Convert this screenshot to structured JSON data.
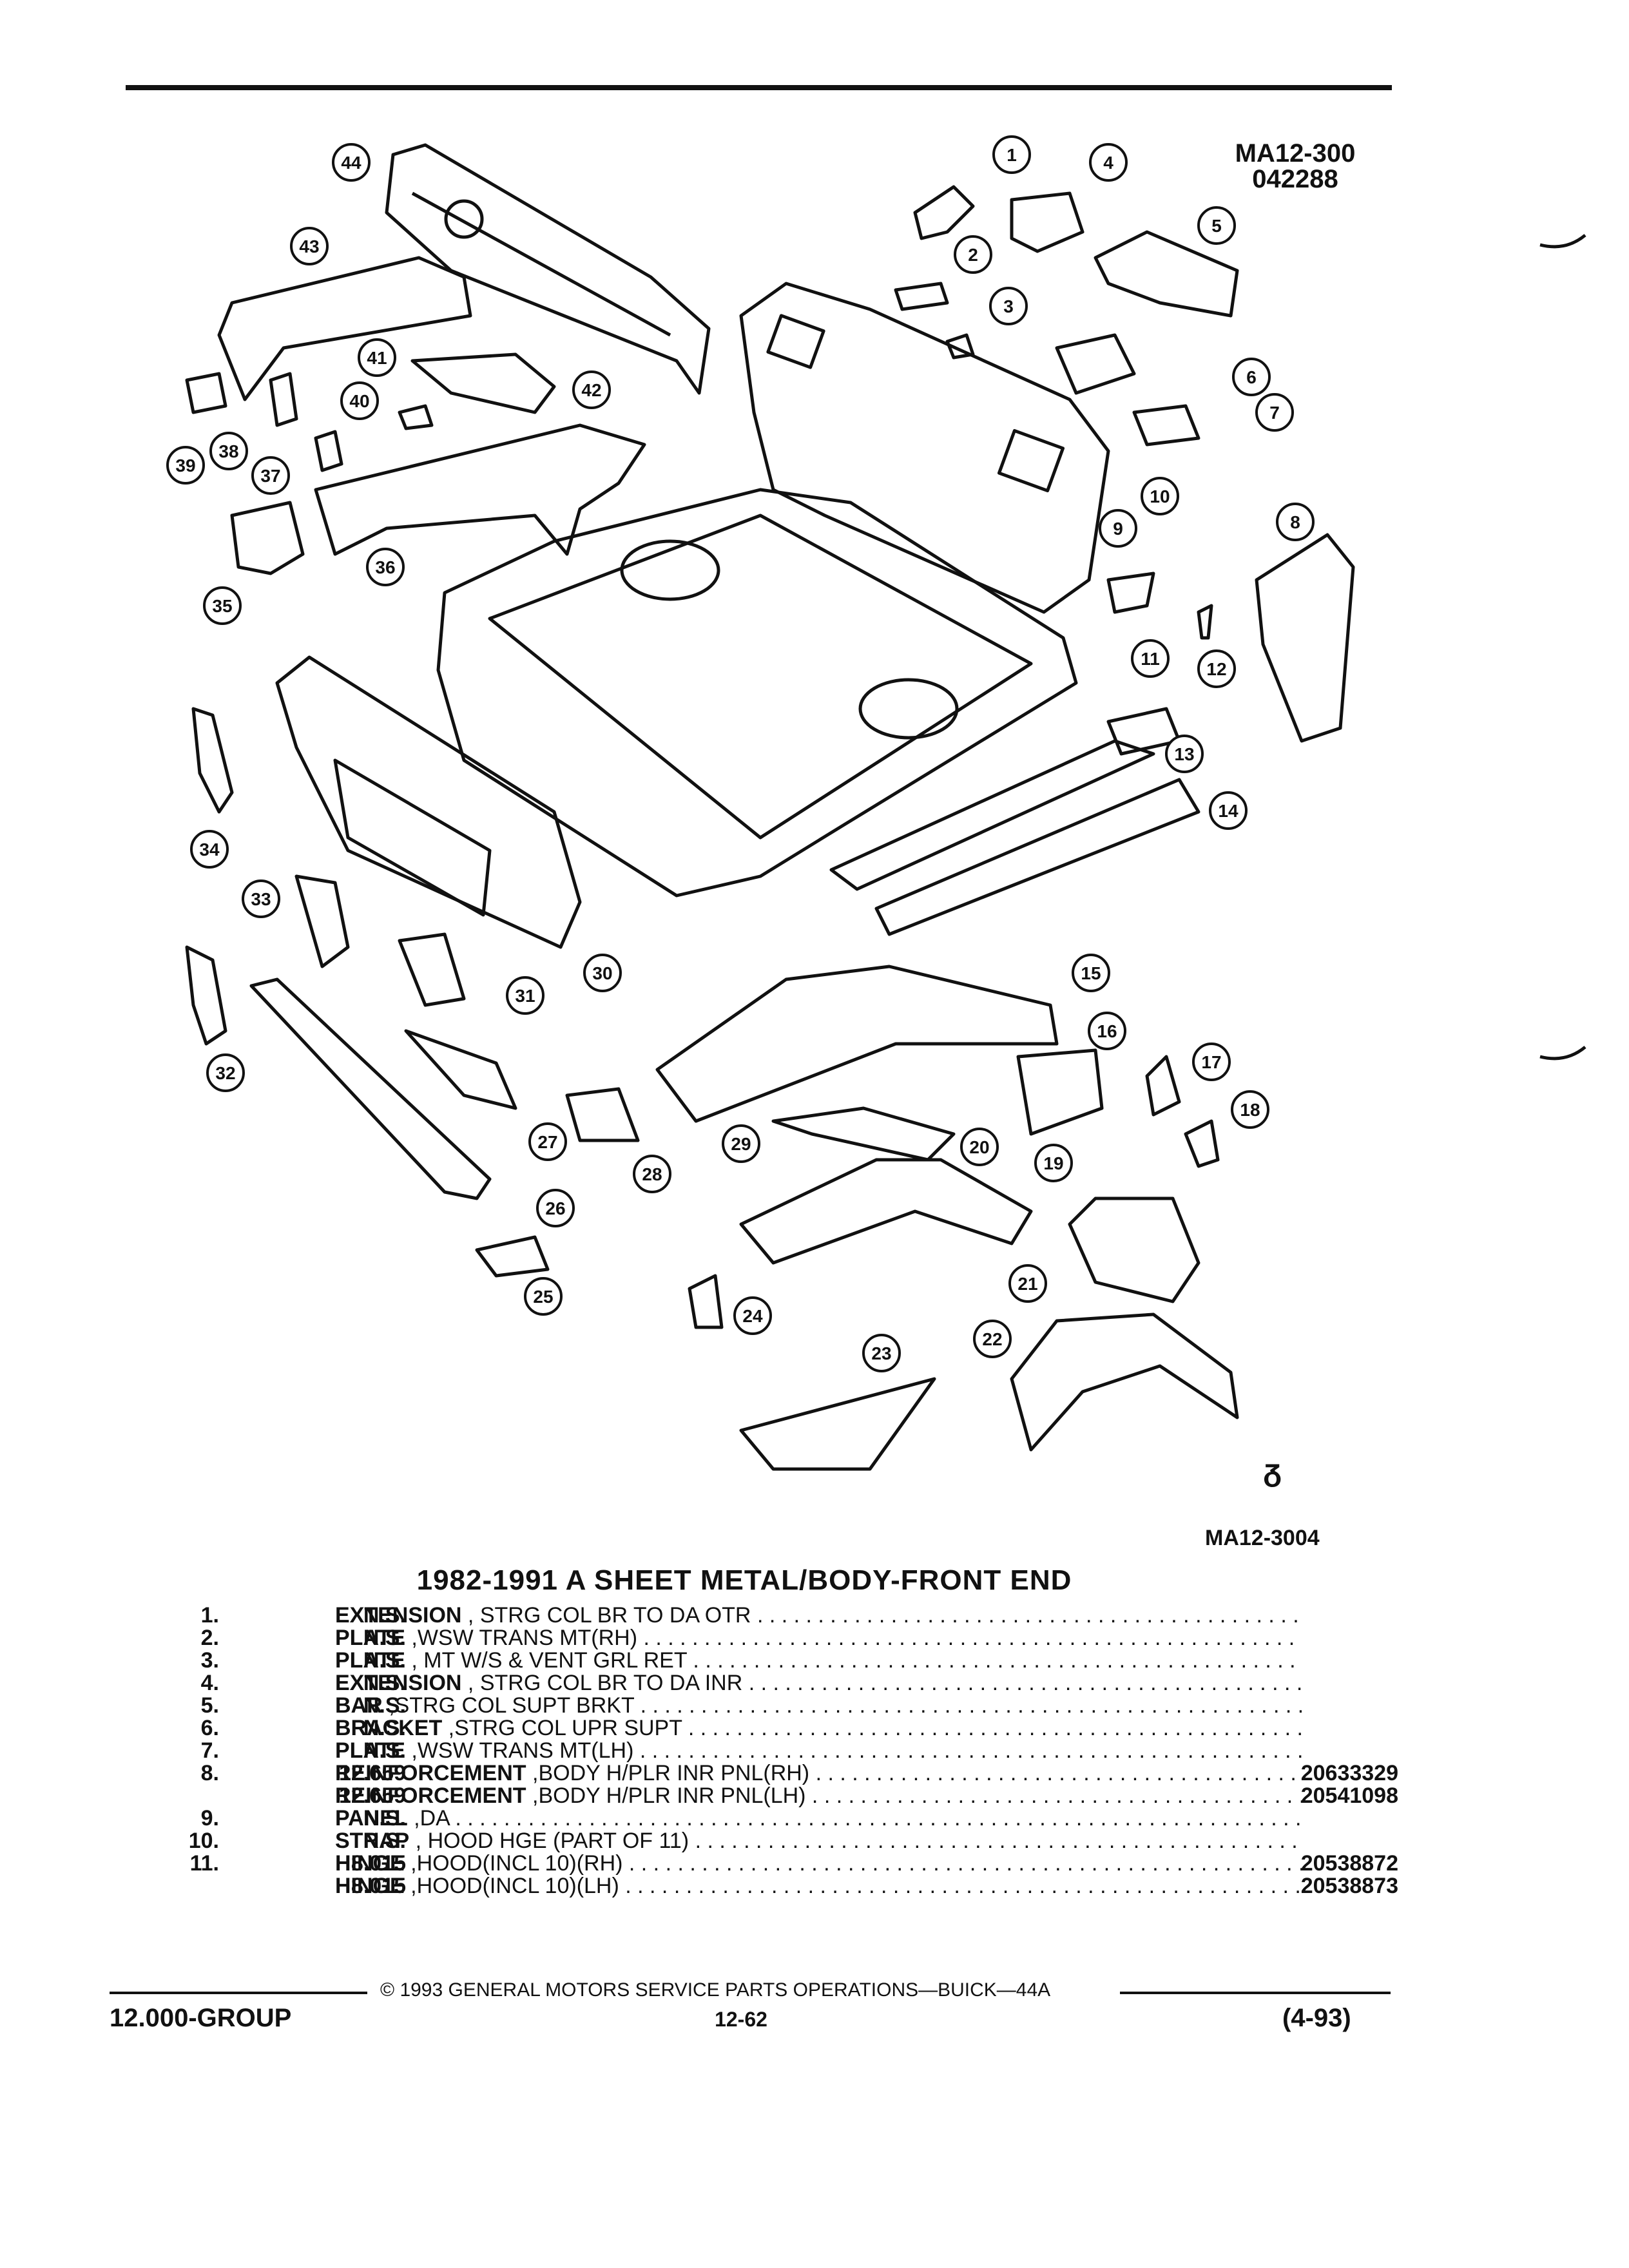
{
  "drawing": {
    "id_top_line1": "MA12-300",
    "id_top_line2": "042288",
    "id_bottom": "MA12-3004",
    "mark": "ᵹ"
  },
  "callouts": [
    "1",
    "2",
    "3",
    "4",
    "5",
    "6",
    "7",
    "8",
    "9",
    "10",
    "11",
    "12",
    "13",
    "14",
    "15",
    "16",
    "17",
    "18",
    "19",
    "20",
    "21",
    "22",
    "23",
    "24",
    "25",
    "26",
    "27",
    "28",
    "29",
    "30",
    "31",
    "32",
    "33",
    "34",
    "35",
    "36",
    "37",
    "38",
    "39",
    "40",
    "41",
    "42",
    "43",
    "44"
  ],
  "catalog": {
    "title": "1982-1991 A SHEET METAL/BODY-FRONT END",
    "parts": [
      {
        "num": "1.",
        "code": "N.S.",
        "name": "EXTENSION",
        "desc": " , STRG COL BR TO DA OTR",
        "pn": ""
      },
      {
        "num": "2.",
        "code": "N.S.",
        "name": "PLATE",
        "desc": " ,WSW TRANS MT(RH)",
        "pn": ""
      },
      {
        "num": "3.",
        "code": "N.S.",
        "name": "PLATE",
        "desc": " , MT W/S & VENT GRL RET",
        "pn": ""
      },
      {
        "num": "4.",
        "code": "N.S.",
        "name": "EXTENSION",
        "desc": " , STRG COL BR TO DA INR",
        "pn": ""
      },
      {
        "num": "5.",
        "code": "N.S.",
        "name": "BAR",
        "desc": " ,STRG COL SUPT BRKT",
        "pn": ""
      },
      {
        "num": "6.",
        "code": "N.S.",
        "name": "BRACKET",
        "desc": " ,STRG COL UPR SUPT",
        "pn": ""
      },
      {
        "num": "7.",
        "code": "N.S.",
        "name": "PLATE",
        "desc": " ,WSW TRANS MT(LH)",
        "pn": ""
      },
      {
        "num": "8.",
        "code": "12.659",
        "name": "REINFORCEMENT",
        "desc": " ,BODY H/PLR INR PNL(RH)",
        "pn": "20633329"
      },
      {
        "num": "",
        "code": "12.659",
        "name": "REINFORCEMENT",
        "desc": " ,BODY H/PLR INR PNL(LH)",
        "pn": "20541098"
      },
      {
        "num": "9.",
        "code": "N.S.",
        "name": "PANEL",
        "desc": " ,DA",
        "pn": ""
      },
      {
        "num": "10.",
        "code": "N.S.",
        "name": "STRAP",
        "desc": " , HOOD HGE (PART OF 11)",
        "pn": ""
      },
      {
        "num": "11.",
        "code": "8.015",
        "name": "HINGE",
        "desc": " ,HOOD(INCL 10)(RH)",
        "pn": "20538872"
      },
      {
        "num": "",
        "code": "8.015",
        "name": "HINGE",
        "desc": " ,HOOD(INCL 10)(LH)",
        "pn": "20538873"
      }
    ]
  },
  "footer": {
    "copyright": "© 1993 GENERAL MOTORS SERVICE PARTS OPERATIONS—BUICK—44A",
    "group": "12.000-GROUP",
    "page": "12-62",
    "revision": "(4-93)"
  }
}
